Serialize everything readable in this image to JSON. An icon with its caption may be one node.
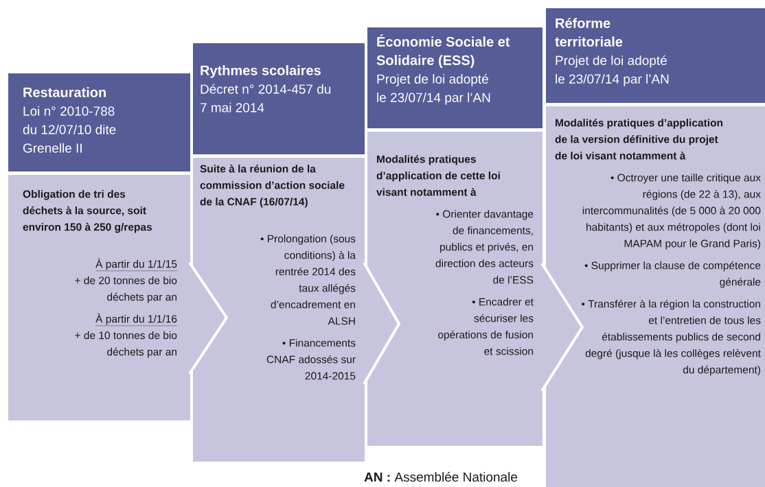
{
  "diagram": {
    "nodes": [
      {
        "text": [
          "Restauration",
          "Loi n° 2010-788 du 12/07/10 dite Grenelle II"
        ]
      },
      {
        "text": [
          "Obligation de tri des déchets à la source, soit environ 150 à 250 g/repas",
          "À partir du 1/1/15",
          "+ de 20 tonnes de bio déchets par an",
          "À partir du 1/1/16",
          "+ de 10 tonnes de bio déchets par an"
        ]
      },
      {
        "text": [
          "Rythmes scolaires",
          "Décret n° 2014-457 du 7 mai 2014"
        ]
      },
      {
        "text": [
          "Suite à la réunion de la commission d’action sociale de la CNAF (16/07/14)",
          "• Prolongation (sous conditions) à la rentrée 2014 des taux allégés d’encadrement en ALSH",
          "• Financements CNAF adossés sur 2014-2015"
        ]
      },
      {
        "text": [
          "Économie Sociale et Solidaire (ESS)",
          "Projet de loi adopté le 23/07/14 par l’AN"
        ]
      },
      {
        "text": [
          "Modalités pratiques d’application de cette loi visant notamment à",
          "• Orienter davantage de financements, publics et privés, en direction des acteurs de l’ESS",
          "• Encadrer et sécuriser les opérations de fusion et scission"
        ]
      },
      {
        "text": [
          "Réforme territoriale",
          "Projet de loi adopté le 23/07/14 par l’AN"
        ]
      },
      {
        "text": [
          "Modalités pratiques d’application de la version définitive du projet de loi visant notamment à",
          "• Octroyer une taille critique aux régions (de 22 à 13), aux intercommunalités (de 5 000 à 20 000 habitants) et aux métropoles (dont loi MAPAM pour le Grand Paris)",
          "• Supprimer la clause de compétence générale",
          "• Transférer à la région la construction et l’entretien de tous les établissements publics de second degré (jusque là les collèges relèvent du département)"
        ]
      }
    ],
    "labels": [
      "**AN :** Assemblée Nationale"
    ]
  }
}
